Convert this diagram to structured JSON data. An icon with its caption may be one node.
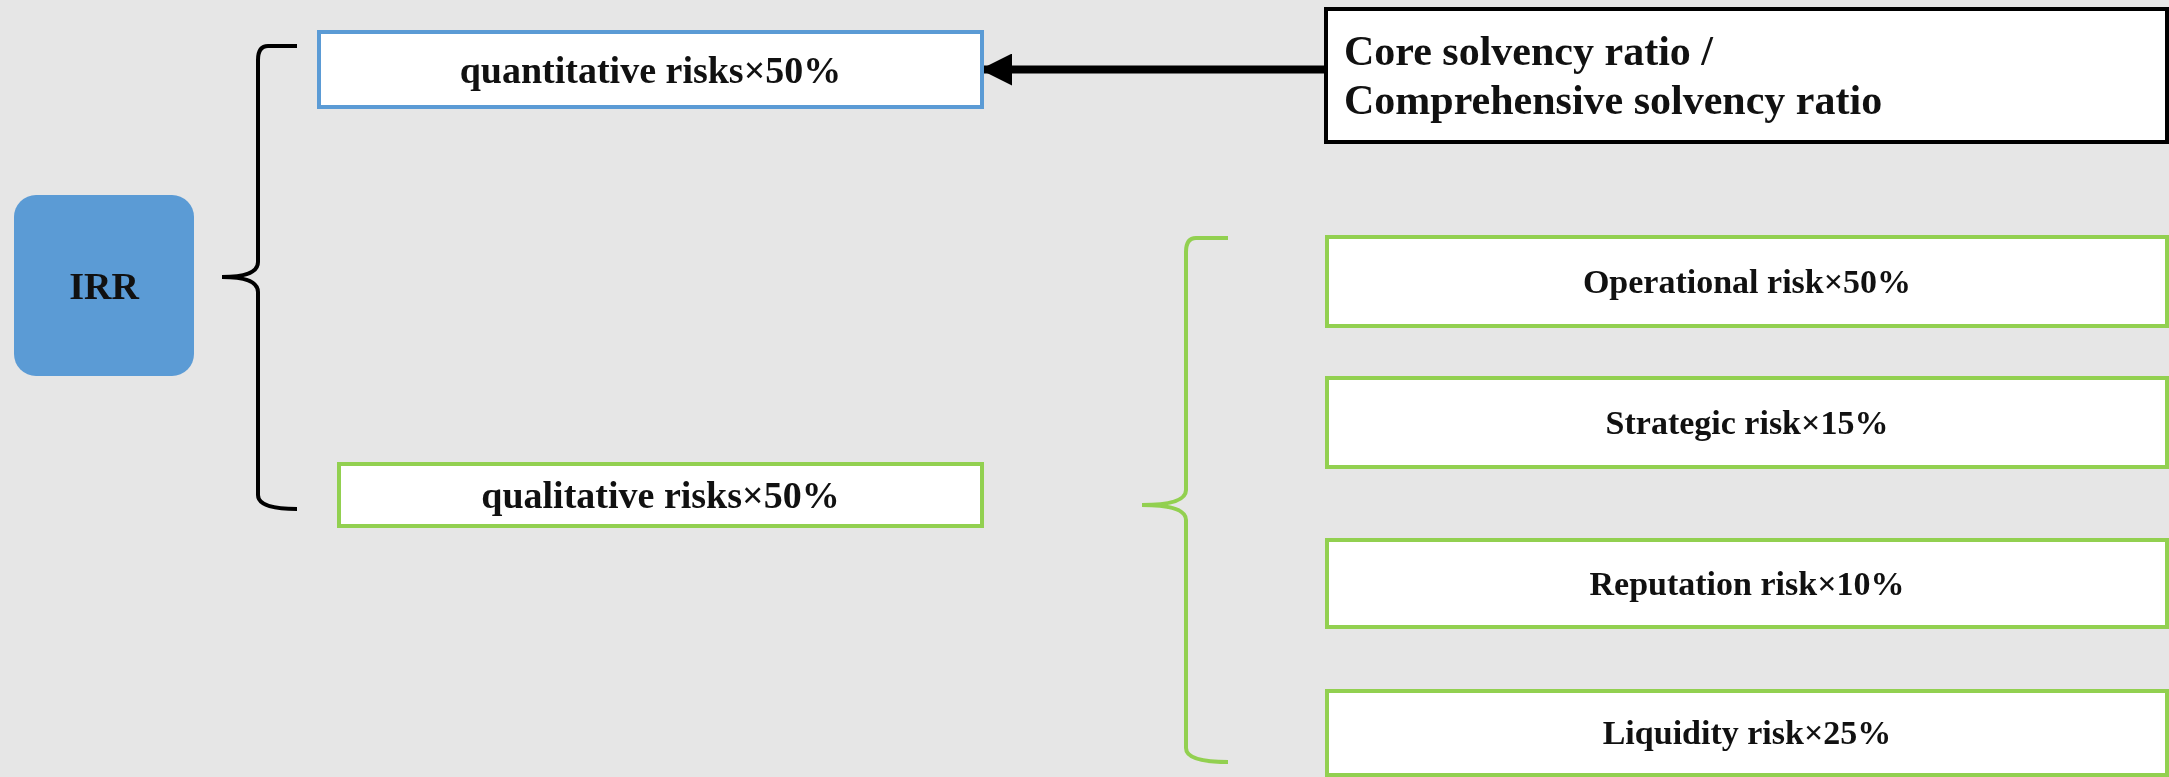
{
  "diagram": {
    "nodes": [
      {
        "text": [
          "IRR"
        ]
      },
      {
        "text": [
          "quantitative risks×50%"
        ]
      },
      {
        "text": [
          "qualitative risks×50%"
        ]
      },
      {
        "text": [
          "Core solvency ratio / Comprehensive solvency ratio"
        ]
      },
      {
        "text": [
          "Operational risk×50%"
        ]
      },
      {
        "text": [
          "Strategic risk×15%"
        ]
      },
      {
        "text": [
          "Reputation risk×10%"
        ]
      },
      {
        "text": [
          "Liquidity risk×25%"
        ]
      }
    ],
    "edges": [
      {
        "from": 3,
        "to": 1,
        "arrow": "to"
      }
    ]
  }
}
